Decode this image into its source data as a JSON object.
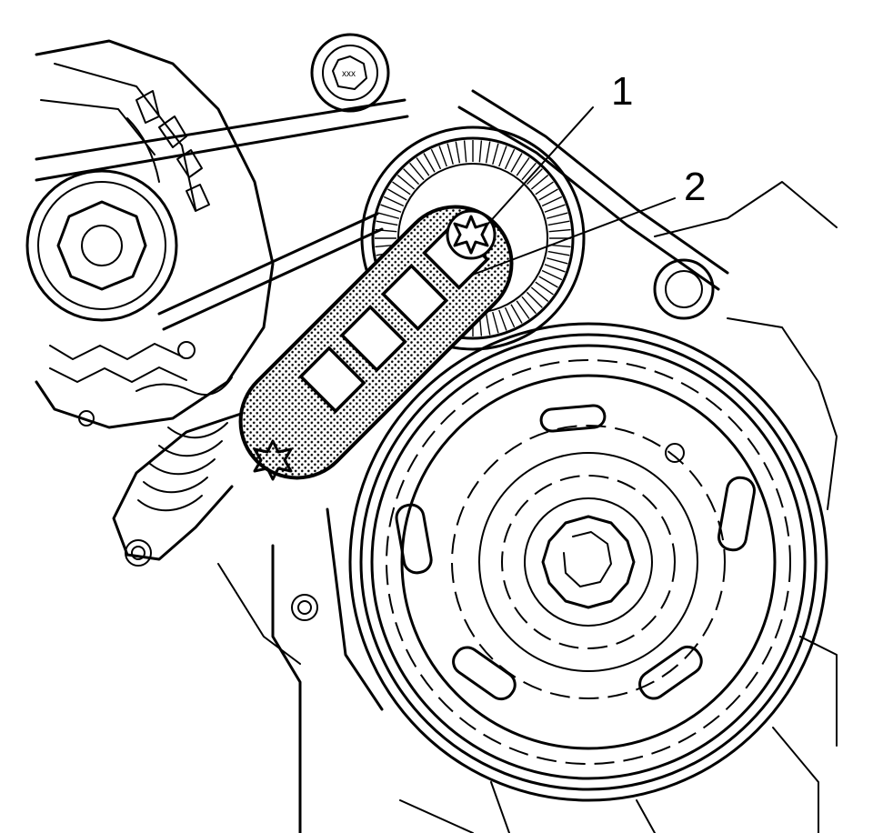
{
  "callouts": [
    {
      "id": 1,
      "label": "1"
    },
    {
      "id": 2,
      "label": "2"
    }
  ],
  "colors": {
    "line": "#000000",
    "background": "#ffffff",
    "tool_fill": "#9a9a9a"
  }
}
